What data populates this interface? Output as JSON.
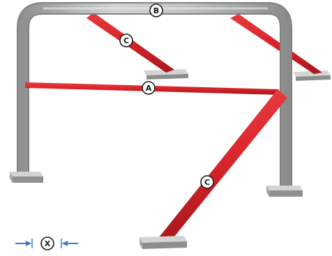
{
  "callouts": {
    "a": "A",
    "b": "B",
    "c_rear": "C",
    "c_front": "C",
    "x": "X"
  },
  "colors": {
    "main_hoop": "#b9bbba",
    "brace": "#d7242a",
    "foot_plate": "#bfc1bf",
    "dimension_arrow": "#3d78c6",
    "callout_ring": "#1a1a1a"
  }
}
